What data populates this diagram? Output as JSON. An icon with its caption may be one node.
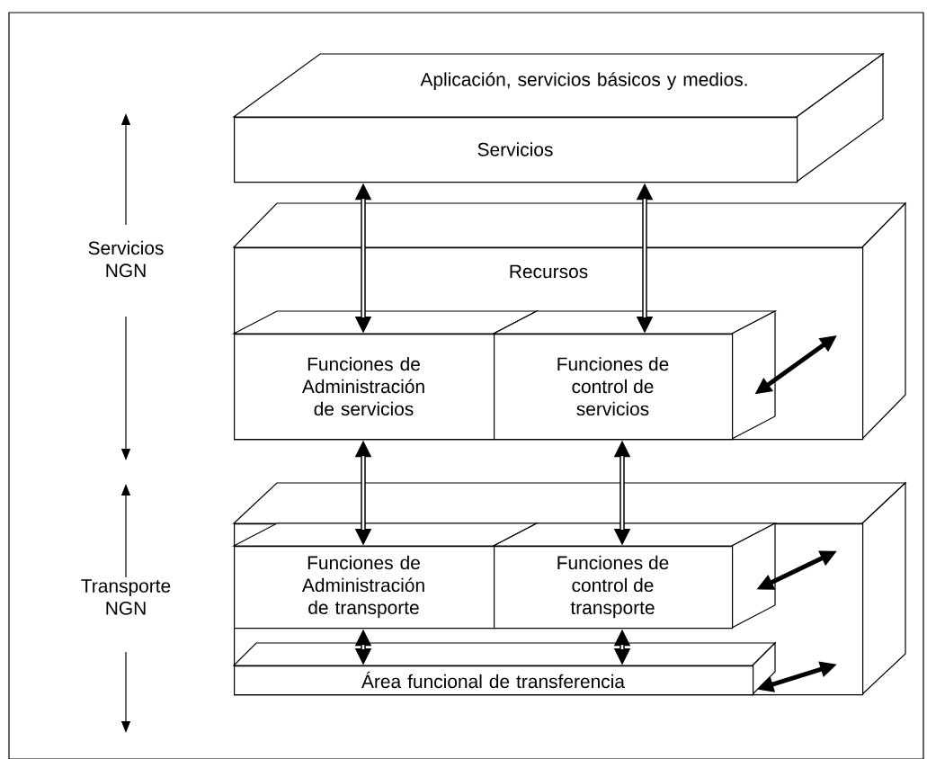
{
  "diagram": {
    "nodes": [
      {
        "text": [
          "Aplicación, servicios básicos y medios.",
          "Servicios"
        ]
      },
      {
        "text": [
          "Recursos"
        ]
      },
      {
        "text": [
          "Funciones de Administración de servicios"
        ],
        "in": 1
      },
      {
        "text": [
          "Funciones de control de servicios"
        ],
        "in": 1
      },
      {
        "text": [],
        "shape": "box"
      },
      {
        "text": [
          "Funciones de Administración de transporte"
        ],
        "in": 4
      },
      {
        "text": [
          "Funciones de control de transporte"
        ],
        "in": 4
      },
      {
        "text": [
          "Área funcional de transferencia"
        ],
        "in": 4
      }
    ],
    "edges": [
      {
        "from": 0,
        "to": 2,
        "arrow": "both"
      },
      {
        "from": 0,
        "to": 3,
        "arrow": "both"
      },
      {
        "from": 2,
        "to": 5,
        "arrow": "both"
      },
      {
        "from": 3,
        "to": 6,
        "arrow": "both"
      },
      {
        "from": 5,
        "to": 7,
        "arrow": "both"
      },
      {
        "from": 6,
        "to": 7,
        "arrow": "both"
      },
      {
        "from": 3,
        "to": 1,
        "arrow": "both"
      },
      {
        "from": 6,
        "to": 4,
        "arrow": "both"
      },
      {
        "from": 7,
        "to": 4,
        "arrow": "both"
      }
    ],
    "labels": [
      "Servicios NGN",
      "Transporte NGN"
    ]
  }
}
